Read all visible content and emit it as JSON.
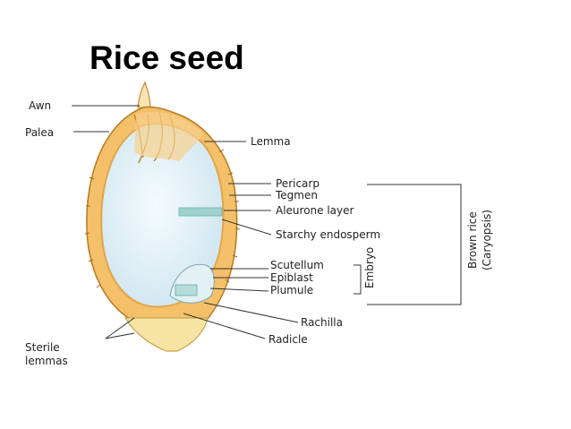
{
  "title": "Rice seed",
  "labels": {
    "awn": "Awn",
    "palea": "Palea",
    "lemma": "Lemma",
    "pericarp": "Pericarp",
    "tegmen": "Tegmen",
    "aleurone": "Aleurone layer",
    "endosperm": "Starchy endosperm",
    "scutellum": "Scutellum",
    "epiblast": "Epiblast",
    "plumule": "Plumule",
    "rachilla": "Rachilla",
    "radicle": "Radicle",
    "sterile_1": "Sterile",
    "sterile_2": "lemmas",
    "embryo": "Embryo",
    "brown_rice_1": "Brown rice",
    "brown_rice_2": "(Caryopsis)"
  },
  "colors": {
    "husk": "#f4c06a",
    "husk_dark": "#c98a2a",
    "endosperm": "#dfeff7",
    "aleurone": "#9fd2cf",
    "sterile": "#f7e4a4"
  }
}
